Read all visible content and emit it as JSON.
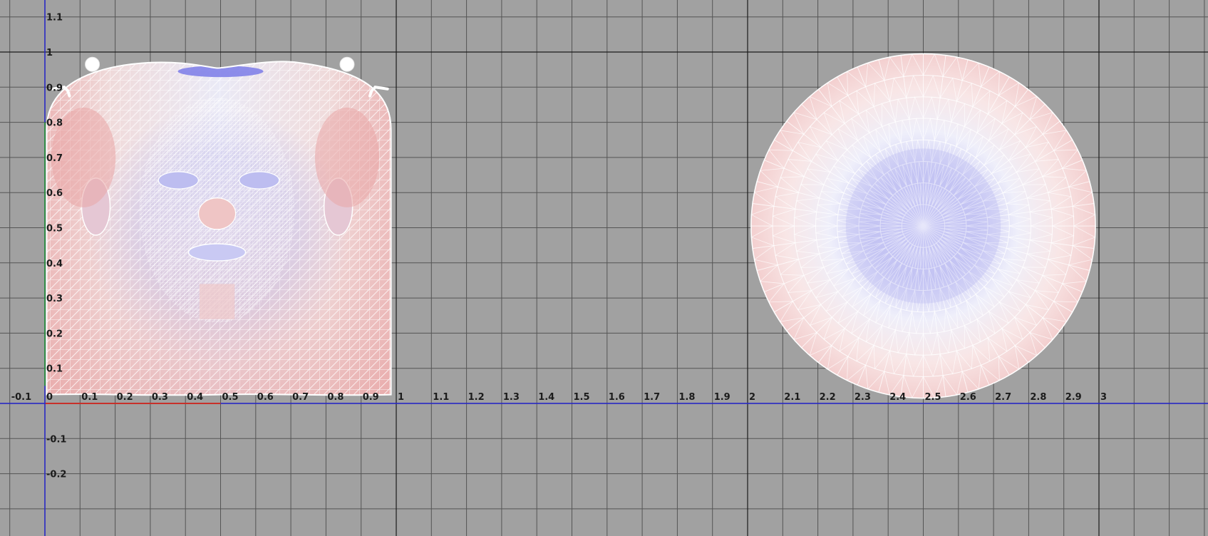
{
  "viewport": {
    "background": "#a1a1a1",
    "grid_minor_color": "#555555",
    "grid_major_color": "#1a1a1a",
    "u_axis_color": "#2a2ad0",
    "v_axis_color": "#2aa02a",
    "u_axis_accent_color": "#c8302a",
    "grid_step": 0.1
  },
  "u_axis": {
    "labels": [
      "-0.1",
      "0",
      "0.1",
      "0.2",
      "0.3",
      "0.4",
      "0.5",
      "0.6",
      "0.7",
      "0.8",
      "0.9",
      "1",
      "1.1",
      "1.2",
      "1.3",
      "1.4",
      "1.5",
      "1.6",
      "1.7",
      "1.8",
      "1.9",
      "2",
      "2.1",
      "2.2",
      "2.3",
      "2.4",
      "2.5",
      "2.6",
      "2.7",
      "2.8",
      "2.9",
      "3"
    ]
  },
  "v_axis": {
    "labels": [
      "1.1",
      "1",
      "0.9",
      "0.8",
      "0.7",
      "0.6",
      "0.5",
      "0.4",
      "0.3",
      "0.2",
      "0.1",
      "-0.1",
      "-0.2"
    ]
  },
  "islands": [
    {
      "name": "head-uv-island",
      "u_range": [
        0,
        1
      ],
      "v_range": [
        0,
        1
      ],
      "fill_low": "#e8a4a4",
      "fill_high": "#8c8ce8",
      "wire": "#ffffff"
    },
    {
      "name": "disc-uv-island",
      "u_range": [
        2,
        3
      ],
      "v_range": [
        0,
        1
      ],
      "fill_low": "#f2c8c8",
      "fill_high": "#c4c4f2",
      "wire": "#ffffff"
    }
  ]
}
